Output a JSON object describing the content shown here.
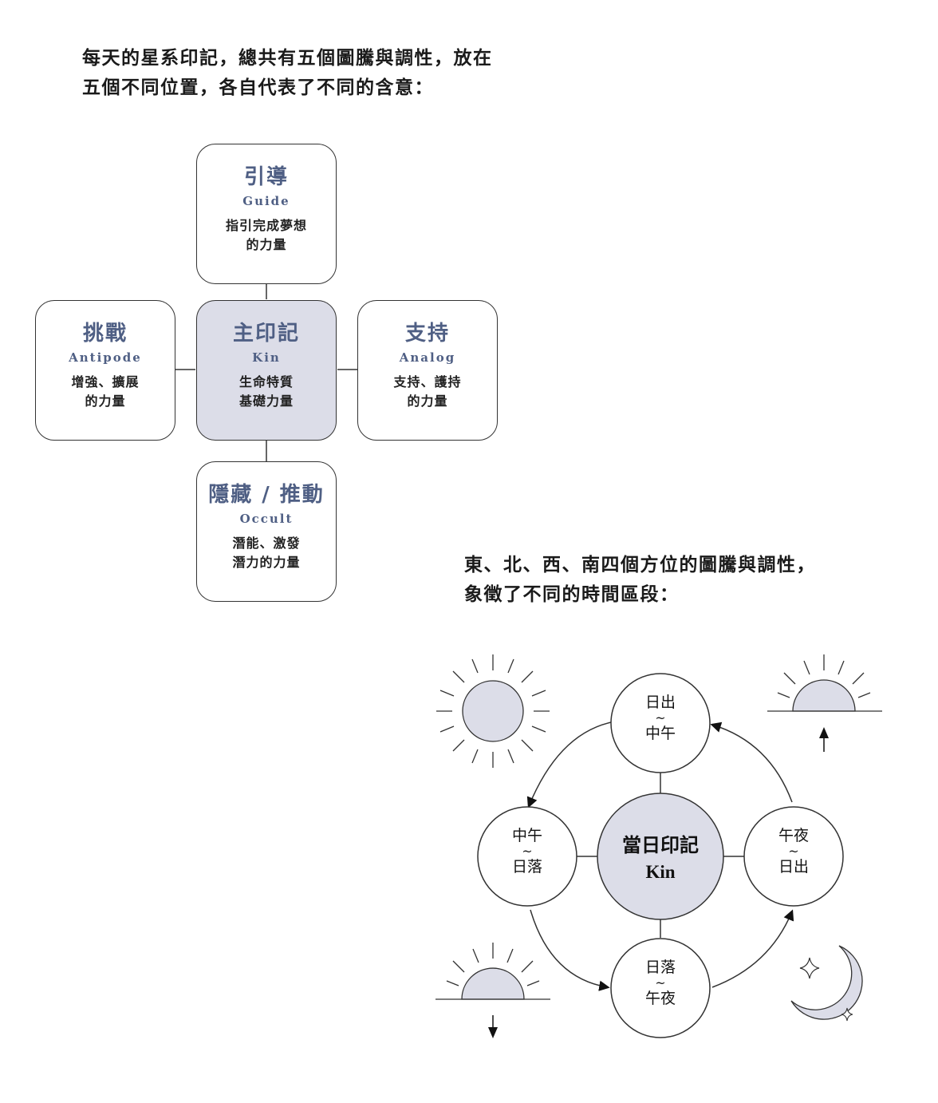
{
  "heading1": [
    "每天的星系印記，總共有五個圖騰與調性，放在",
    "五個不同位置，各自代表了不同的含意："
  ],
  "boxes": {
    "guide": {
      "title": "引導",
      "en": "Guide",
      "desc": [
        "指引完成夢想",
        "的力量"
      ]
    },
    "antipode": {
      "title": "挑戰",
      "en": "Antipode",
      "desc": [
        "增強、擴展",
        "的力量"
      ]
    },
    "kin": {
      "title": "主印記",
      "en": "Kin",
      "desc": [
        "生命特質",
        "基礎力量"
      ]
    },
    "analog": {
      "title": "支持",
      "en": "Analog",
      "desc": [
        "支持、護持",
        "的力量"
      ]
    },
    "occult": {
      "title": "隱藏 / 推動",
      "en": "Occult",
      "desc": [
        "潛能、激發",
        "潛力的力量"
      ]
    }
  },
  "heading2": [
    "東、北、西、南四個方位的圖騰與調性，",
    "象徵了不同的時間區段："
  ],
  "cycle": {
    "center": [
      "當日印記",
      "Kin"
    ],
    "top": [
      "日出",
      "~",
      "中午"
    ],
    "left": [
      "中午",
      "~",
      "日落"
    ],
    "right": [
      "午夜",
      "~",
      "日出"
    ],
    "bottom": [
      "日落",
      "~",
      "午夜"
    ]
  },
  "colors": {
    "accent_fill": "#dcdde8",
    "title_blue": "#4f5f84",
    "line": "#333333"
  },
  "icons": [
    "full-sun-icon",
    "sunrise-icon",
    "sunset-icon",
    "crescent-moon-icon",
    "sparkle-icon"
  ]
}
